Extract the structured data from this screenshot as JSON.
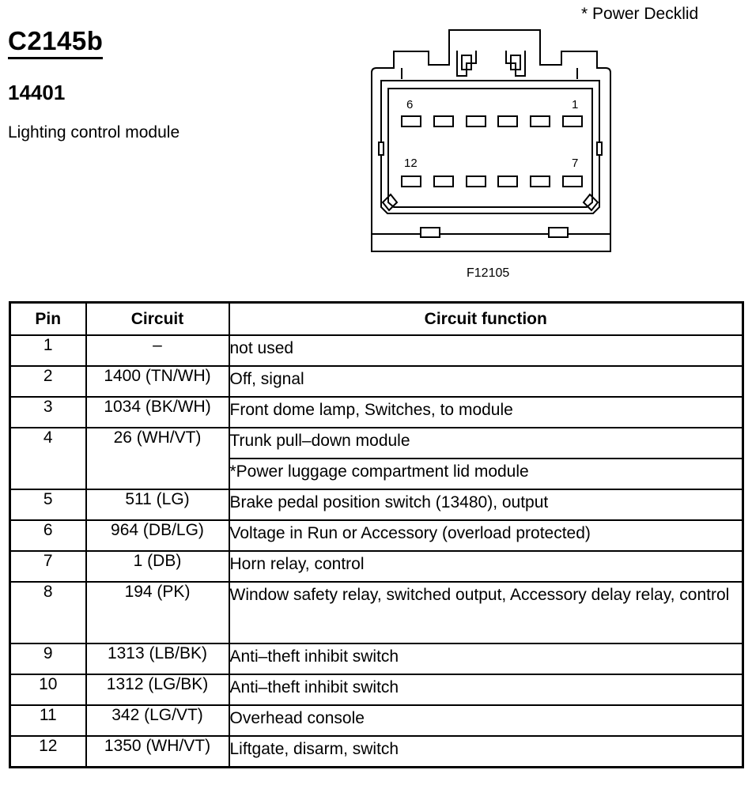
{
  "header": {
    "connector_id": "C2145b",
    "component_number": "14401",
    "component_name": "Lighting control module",
    "footnote": "* Power Decklid",
    "figure_ref": "F12105"
  },
  "connector": {
    "top_row_labels": [
      "6",
      "1"
    ],
    "bottom_row_labels": [
      "12",
      "7"
    ]
  },
  "table": {
    "headers": [
      "Pin",
      "Circuit",
      "Circuit function"
    ],
    "rows": [
      {
        "pin": "1",
        "circuit": "–",
        "function": "not used"
      },
      {
        "pin": "2",
        "circuit": "1400 (TN/WH)",
        "function": "Off, signal"
      },
      {
        "pin": "3",
        "circuit": "1034 (BK/WH)",
        "function": "Front dome lamp, Switches, to module"
      },
      {
        "pin": "4",
        "circuit": "26 (WH/VT)",
        "function": "Trunk pull–down module",
        "function_2": "*Power luggage compartment lid module"
      },
      {
        "pin": "5",
        "circuit": "511 (LG)",
        "function": "Brake pedal position switch (13480), output"
      },
      {
        "pin": "6",
        "circuit": "964 (DB/LG)",
        "function": "Voltage in Run or Accessory (overload protected)"
      },
      {
        "pin": "7",
        "circuit": "1 (DB)",
        "function": "Horn relay, control"
      },
      {
        "pin": "8",
        "circuit": "194 (PK)",
        "function": "Window safety relay, switched output, Accessory delay relay, control"
      },
      {
        "pin": "9",
        "circuit": "1313 (LB/BK)",
        "function": "Anti–theft inhibit switch"
      },
      {
        "pin": "10",
        "circuit": "1312 (LG/BK)",
        "function": "Anti–theft inhibit switch"
      },
      {
        "pin": "11",
        "circuit": "342 (LG/VT)",
        "function": "Overhead console"
      },
      {
        "pin": "12",
        "circuit": "1350 (WH/VT)",
        "function": "Liftgate, disarm, switch"
      }
    ]
  }
}
